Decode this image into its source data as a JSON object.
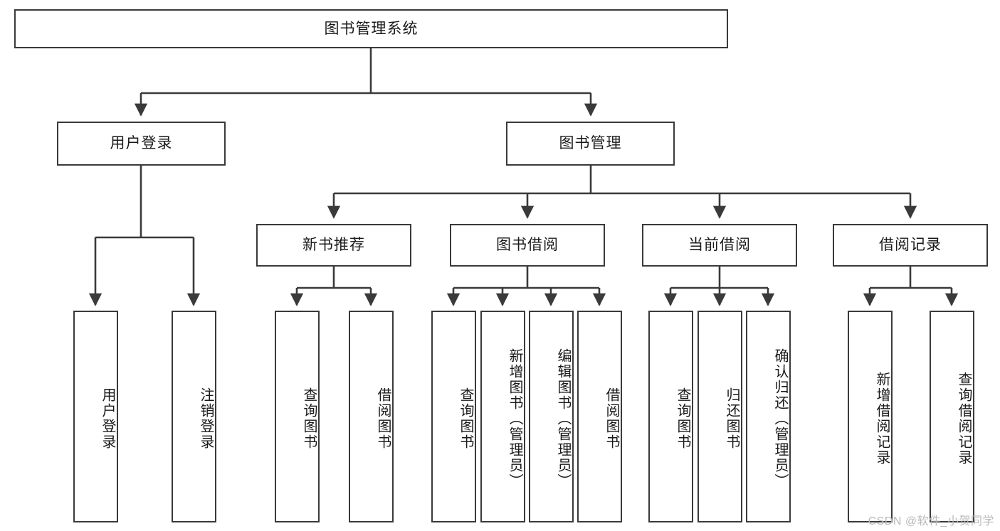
{
  "diagram": {
    "title": "图书管理系统",
    "type": "hierarchy-tree",
    "orientation": "top-down",
    "colors": {
      "box_border": "#3a3a3a",
      "box_fill": "#ffffff",
      "edge": "#3a3a3a",
      "text": "#1a1a1a",
      "watermark": "#b9b9b9",
      "background": "#ffffff"
    }
  },
  "nodes": {
    "root": {
      "label": "图书管理系统",
      "level": 1,
      "text_direction": "horizontal"
    },
    "level2": [
      {
        "id": "user-login",
        "label": "用户登录",
        "text_direction": "horizontal"
      },
      {
        "id": "book-management",
        "label": "图书管理",
        "text_direction": "horizontal"
      }
    ],
    "level3": [
      {
        "id": "new-book-recommend",
        "label": "新书推荐",
        "text_direction": "horizontal"
      },
      {
        "id": "book-borrow",
        "label": "图书借阅",
        "text_direction": "horizontal"
      },
      {
        "id": "current-borrow",
        "label": "当前借阅",
        "text_direction": "horizontal"
      },
      {
        "id": "borrow-record",
        "label": "借阅记录",
        "text_direction": "horizontal"
      }
    ],
    "leaves": [
      {
        "id": "leaf-user-login",
        "label": "用户登录",
        "parent": "user-login",
        "text_direction": "vertical"
      },
      {
        "id": "leaf-logout",
        "label": "注销登录",
        "parent": "user-login",
        "text_direction": "vertical"
      },
      {
        "id": "leaf-query-book-1",
        "label": "查询图书",
        "parent": "new-book-recommend",
        "text_direction": "vertical"
      },
      {
        "id": "leaf-borrow-book-1",
        "label": "借阅图书",
        "parent": "new-book-recommend",
        "text_direction": "vertical"
      },
      {
        "id": "leaf-query-book-2",
        "label": "查询图书",
        "parent": "book-borrow",
        "text_direction": "vertical"
      },
      {
        "id": "leaf-add-book",
        "label": "新增图书（管理员）",
        "parent": "book-borrow",
        "text_direction": "vertical"
      },
      {
        "id": "leaf-edit-book",
        "label": "编辑图书（管理员）",
        "parent": "book-borrow",
        "text_direction": "vertical"
      },
      {
        "id": "leaf-borrow-book-2",
        "label": "借阅图书",
        "parent": "book-borrow",
        "text_direction": "vertical"
      },
      {
        "id": "leaf-query-book-3",
        "label": "查询图书",
        "parent": "current-borrow",
        "text_direction": "vertical"
      },
      {
        "id": "leaf-return-book",
        "label": "归还图书",
        "parent": "current-borrow",
        "text_direction": "vertical"
      },
      {
        "id": "leaf-confirm-return",
        "label": "确认归还（管理员）",
        "parent": "current-borrow",
        "text_direction": "vertical"
      },
      {
        "id": "leaf-add-record",
        "label": "新增借阅记录",
        "parent": "borrow-record",
        "text_direction": "vertical"
      },
      {
        "id": "leaf-query-record",
        "label": "查询借阅记录",
        "parent": "borrow-record",
        "text_direction": "vertical"
      }
    ]
  },
  "watermark": {
    "text": "CSDN @软件_小贺同学"
  }
}
